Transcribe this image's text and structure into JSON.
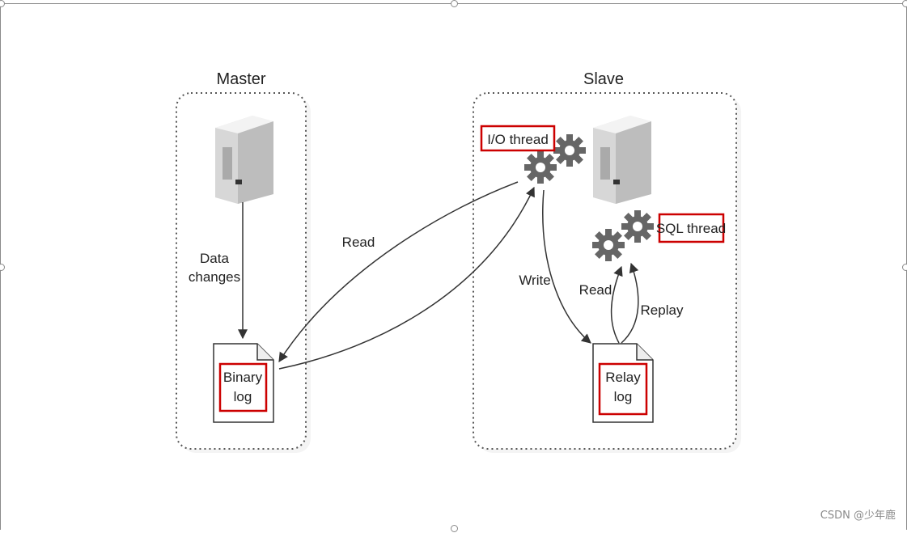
{
  "diagram": {
    "master": {
      "title": "Master"
    },
    "slave": {
      "title": "Slave"
    },
    "labels": {
      "data_changes_1": "Data",
      "data_changes_2": "changes",
      "read_left": "Read",
      "write": "Write",
      "read_right": "Read",
      "replay": "Replay"
    },
    "boxes": {
      "binary_1": "Binary",
      "binary_2": "log",
      "relay_1": "Relay",
      "relay_2": "log",
      "io_thread": "I/O thread",
      "sql_thread": "SQL thread"
    },
    "colors": {
      "highlight": "#cc0000",
      "gear": "#666666",
      "outline": "#555555",
      "server": "#cfcfcf"
    }
  },
  "watermark": "CSDN @少年鹿"
}
